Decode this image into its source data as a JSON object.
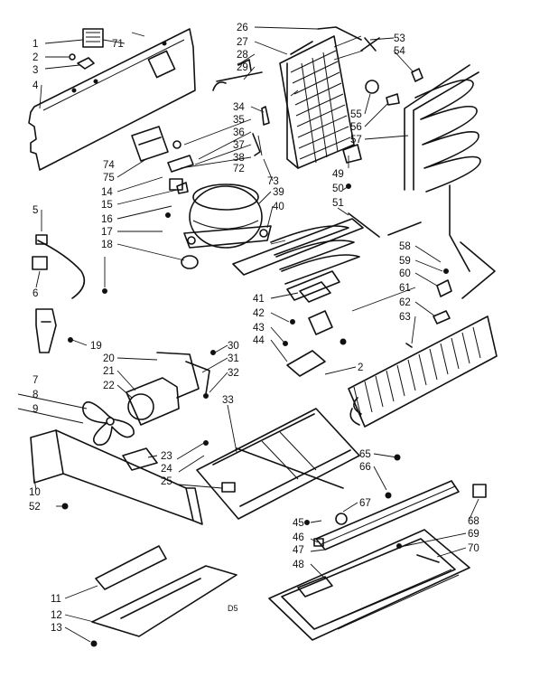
{
  "diagram": {
    "code": "D5",
    "labels": [
      "1",
      "2",
      "3",
      "4",
      "5",
      "6",
      "7",
      "8",
      "9",
      "10",
      "11",
      "12",
      "13",
      "14",
      "15",
      "16",
      "17",
      "18",
      "19",
      "20",
      "21",
      "22",
      "23",
      "24",
      "25",
      "26",
      "27",
      "28",
      "29",
      "30",
      "31",
      "32",
      "33",
      "34",
      "35",
      "36",
      "37",
      "38",
      "39",
      "40",
      "41",
      "42",
      "43",
      "44",
      "45",
      "46",
      "47",
      "48",
      "49",
      "50",
      "51",
      "52",
      "53",
      "54",
      "55",
      "56",
      "57",
      "58",
      "59",
      "60",
      "61",
      "62",
      "63",
      "65",
      "66",
      "67",
      "68",
      "69",
      "70",
      "71",
      "72",
      "73",
      "74",
      "75",
      "2"
    ]
  }
}
